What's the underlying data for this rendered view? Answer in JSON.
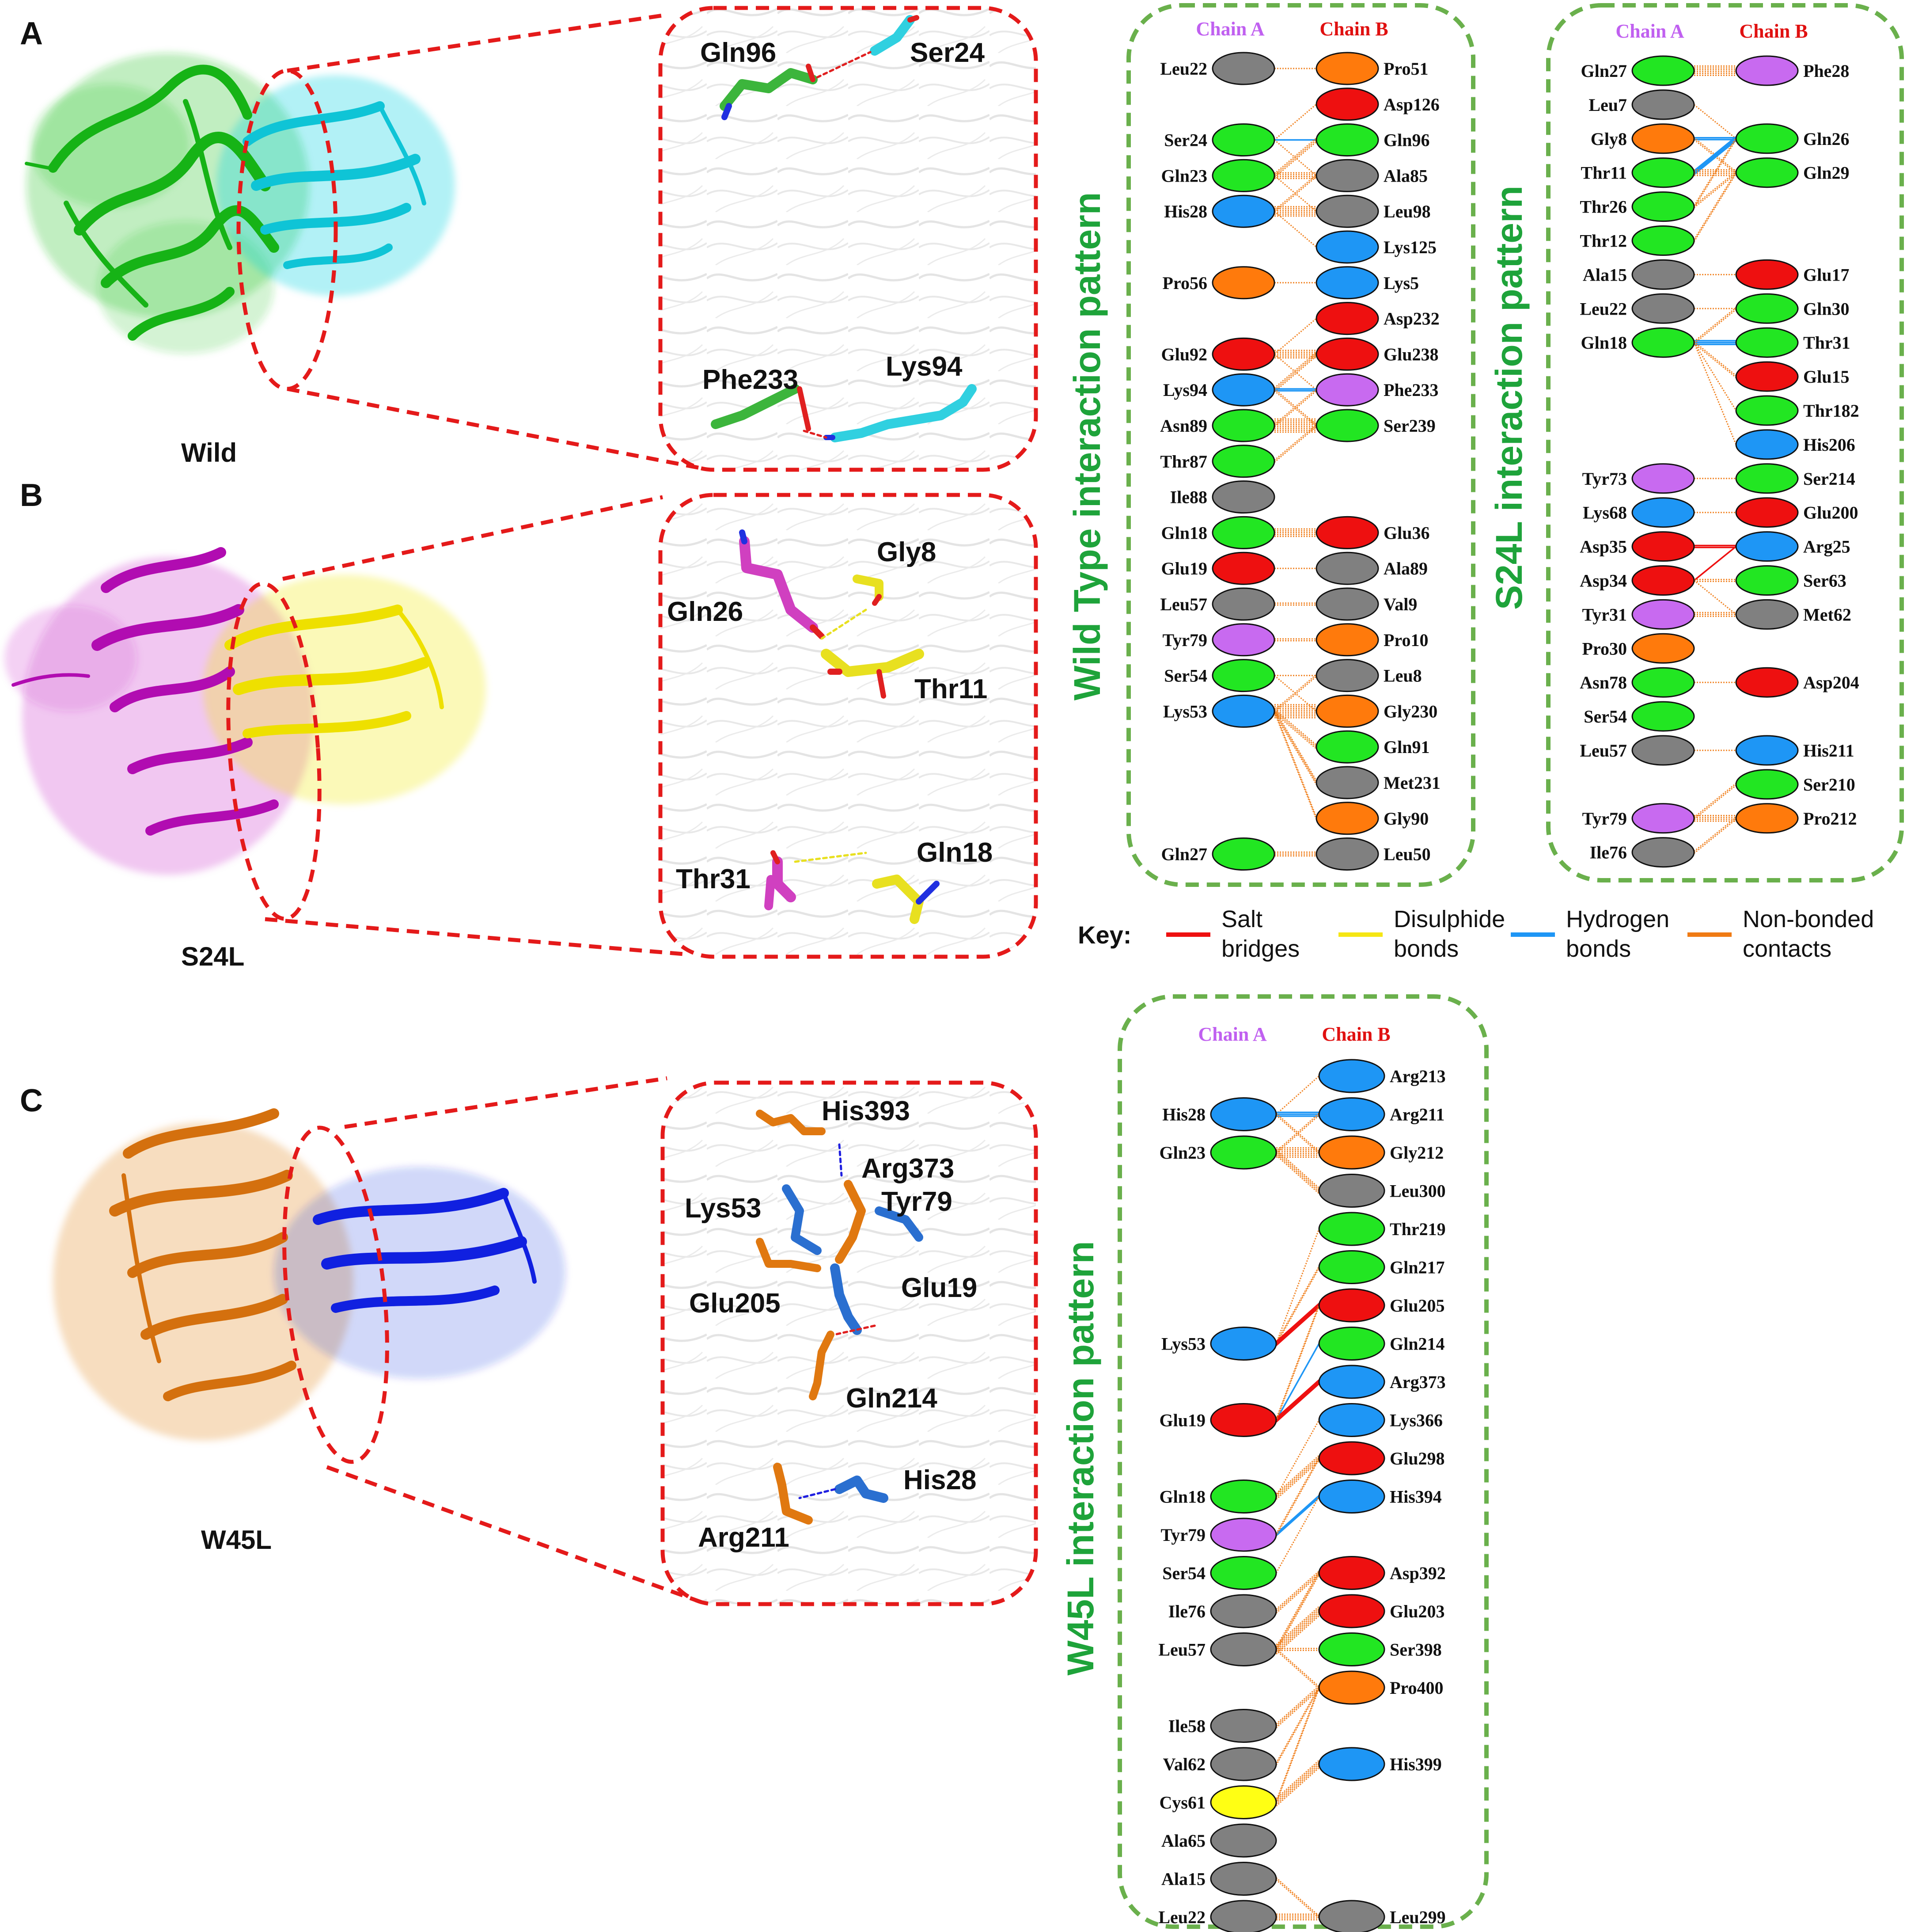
{
  "panel_letters": {
    "a": "A",
    "b": "B",
    "c": "C"
  },
  "structure_labels": {
    "wild": "Wild",
    "s24l": "S24L",
    "w45l": "W45L"
  },
  "colors": {
    "wild_chain_a": "#22c322",
    "wild_chain_b": "#12d0e0",
    "s24l_chain_a": "#c010c0",
    "s24l_chain_b": "#f0ea10",
    "w45l_chain_a": "#e07810",
    "w45l_chain_b": "#1020e0",
    "green": "#22e622",
    "grey": "#808080",
    "orange": "#ff7a0c",
    "red": "#ee1010",
    "blue": "#1e96f5",
    "purple": "#c86af0",
    "yellow": "#ffff14",
    "salt_bridge": "#ee1010",
    "disulphide": "#f5e614",
    "hydrogen": "#1e96f5",
    "nonbonded": "#f07b14",
    "dash_red": "#e41a1a",
    "dash_green": "#6ab04c"
  },
  "zoom_labels": {
    "wild": [
      "Gln96",
      "Ser24",
      "Phe233",
      "Lys94"
    ],
    "s24l": [
      "Gly8",
      "Gln26",
      "Thr11",
      "Thr31",
      "Gln18"
    ],
    "w45l": [
      "His393",
      "Arg373",
      "Lys53",
      "Tyr79",
      "Glu205",
      "Glu19",
      "Gln214",
      "His28",
      "Arg211"
    ]
  },
  "chain_headers": {
    "a": "Chain A",
    "b": "Chain B"
  },
  "pattern_titles": {
    "wild": "Wild Type interaction pattern",
    "s24l": "S24L interaction pattern",
    "w45l": "W45L interaction pattern"
  },
  "key": {
    "title": "Key:",
    "items": [
      {
        "line1": "Salt",
        "line2": "bridges",
        "color": "#ee1010"
      },
      {
        "line1": "Disulphide",
        "line2": "bonds",
        "color": "#f5e614"
      },
      {
        "line1": "Hydrogen",
        "line2": "bonds",
        "color": "#1e96f5"
      },
      {
        "line1": "Non-bonded",
        "line2": "contacts",
        "color": "#f07b14"
      }
    ]
  },
  "wild_pattern": {
    "chain_a": [
      {
        "row": 0,
        "name": "Leu22",
        "color": "grey"
      },
      {
        "row": 2,
        "name": "Ser24",
        "color": "green"
      },
      {
        "row": 3,
        "name": "Gln23",
        "color": "green"
      },
      {
        "row": 4,
        "name": "His28",
        "color": "blue"
      },
      {
        "row": 6,
        "name": "Pro56",
        "color": "orange"
      },
      {
        "row": 8,
        "name": "Glu92",
        "color": "red"
      },
      {
        "row": 9,
        "name": "Lys94",
        "color": "blue"
      },
      {
        "row": 10,
        "name": "Asn89",
        "color": "green"
      },
      {
        "row": 11,
        "name": "Thr87",
        "color": "green"
      },
      {
        "row": 12,
        "name": "Ile88",
        "color": "grey"
      },
      {
        "row": 13,
        "name": "Gln18",
        "color": "green"
      },
      {
        "row": 14,
        "name": "Glu19",
        "color": "red"
      },
      {
        "row": 15,
        "name": "Leu57",
        "color": "grey"
      },
      {
        "row": 16,
        "name": "Tyr79",
        "color": "purple"
      },
      {
        "row": 17,
        "name": "Ser54",
        "color": "green"
      },
      {
        "row": 18,
        "name": "Lys53",
        "color": "blue"
      },
      {
        "row": 22,
        "name": "Gln27",
        "color": "green"
      }
    ],
    "chain_b": [
      {
        "row": 0,
        "name": "Pro51",
        "color": "orange"
      },
      {
        "row": 1,
        "name": "Asp126",
        "color": "red"
      },
      {
        "row": 2,
        "name": "Gln96",
        "color": "green"
      },
      {
        "row": 3,
        "name": "Ala85",
        "color": "grey"
      },
      {
        "row": 4,
        "name": "Leu98",
        "color": "grey"
      },
      {
        "row": 5,
        "name": "Lys125",
        "color": "blue"
      },
      {
        "row": 6,
        "name": "Lys5",
        "color": "blue"
      },
      {
        "row": 7,
        "name": "Asp232",
        "color": "red"
      },
      {
        "row": 8,
        "name": "Glu238",
        "color": "red"
      },
      {
        "row": 9,
        "name": "Phe233",
        "color": "purple"
      },
      {
        "row": 10,
        "name": "Ser239",
        "color": "green"
      },
      {
        "row": 13,
        "name": "Glu36",
        "color": "red"
      },
      {
        "row": 14,
        "name": "Ala89",
        "color": "grey"
      },
      {
        "row": 15,
        "name": "Val9",
        "color": "grey"
      },
      {
        "row": 16,
        "name": "Pro10",
        "color": "orange"
      },
      {
        "row": 17,
        "name": "Leu8",
        "color": "grey"
      },
      {
        "row": 18,
        "name": "Gly230",
        "color": "orange"
      },
      {
        "row": 19,
        "name": "Gln91",
        "color": "green"
      },
      {
        "row": 20,
        "name": "Met231",
        "color": "grey"
      },
      {
        "row": 21,
        "name": "Gly90",
        "color": "orange"
      },
      {
        "row": 22,
        "name": "Leu50",
        "color": "grey"
      }
    ],
    "links": [
      [
        0,
        0,
        "n",
        1
      ],
      [
        2,
        1,
        "n",
        1
      ],
      [
        2,
        2,
        "h",
        1
      ],
      [
        2,
        3,
        "n",
        1
      ],
      [
        3,
        2,
        "n",
        3
      ],
      [
        3,
        3,
        "n",
        4
      ],
      [
        3,
        4,
        "n",
        1
      ],
      [
        4,
        4,
        "n",
        6
      ],
      [
        4,
        3,
        "n",
        2
      ],
      [
        4,
        5,
        "n",
        1
      ],
      [
        6,
        6,
        "n",
        1
      ],
      [
        8,
        7,
        "n",
        1
      ],
      [
        8,
        8,
        "n",
        5
      ],
      [
        8,
        9,
        "n",
        1
      ],
      [
        9,
        8,
        "n",
        3
      ],
      [
        9,
        9,
        "h",
        2
      ],
      [
        9,
        10,
        "n",
        2
      ],
      [
        10,
        10,
        "n",
        8
      ],
      [
        10,
        9,
        "n",
        2
      ],
      [
        11,
        10,
        "n",
        2
      ],
      [
        13,
        13,
        "n",
        5
      ],
      [
        14,
        14,
        "n",
        1
      ],
      [
        15,
        15,
        "n",
        2
      ],
      [
        16,
        16,
        "n",
        2
      ],
      [
        17,
        17,
        "n",
        1
      ],
      [
        18,
        18,
        "n",
        8
      ],
      [
        18,
        19,
        "n",
        3
      ],
      [
        18,
        20,
        "n",
        3
      ],
      [
        18,
        21,
        "n",
        2
      ],
      [
        17,
        18,
        "n",
        1
      ],
      [
        18,
        17,
        "n",
        2
      ],
      [
        22,
        22,
        "n",
        3
      ]
    ]
  },
  "s24l_pattern": {
    "chain_a": [
      {
        "row": 0,
        "name": "Gln27",
        "color": "green"
      },
      {
        "row": 1,
        "name": "Leu7",
        "color": "grey"
      },
      {
        "row": 2,
        "name": "Gly8",
        "color": "orange"
      },
      {
        "row": 3,
        "name": "Thr11",
        "color": "green"
      },
      {
        "row": 4,
        "name": "Thr26",
        "color": "green"
      },
      {
        "row": 5,
        "name": "Thr12",
        "color": "green"
      },
      {
        "row": 6,
        "name": "Ala15",
        "color": "grey"
      },
      {
        "row": 7,
        "name": "Leu22",
        "color": "grey"
      },
      {
        "row": 8,
        "name": "Gln18",
        "color": "green"
      },
      {
        "row": 12,
        "name": "Tyr73",
        "color": "purple"
      },
      {
        "row": 13,
        "name": "Lys68",
        "color": "blue"
      },
      {
        "row": 14,
        "name": "Asp35",
        "color": "red"
      },
      {
        "row": 15,
        "name": "Asp34",
        "color": "red"
      },
      {
        "row": 16,
        "name": "Tyr31",
        "color": "purple"
      },
      {
        "row": 17,
        "name": "Pro30",
        "color": "orange"
      },
      {
        "row": 18,
        "name": "Asn78",
        "color": "green"
      },
      {
        "row": 19,
        "name": "Ser54",
        "color": "green"
      },
      {
        "row": 20,
        "name": "Leu57",
        "color": "grey"
      },
      {
        "row": 22,
        "name": "Tyr79",
        "color": "purple"
      },
      {
        "row": 23,
        "name": "Ile76",
        "color": "grey"
      }
    ],
    "chain_b": [
      {
        "row": 0,
        "name": "Phe28",
        "color": "purple"
      },
      {
        "row": 2,
        "name": "Gln26",
        "color": "green"
      },
      {
        "row": 3,
        "name": "Gln29",
        "color": "green"
      },
      {
        "row": 6,
        "name": "Glu17",
        "color": "red"
      },
      {
        "row": 7,
        "name": "Gln30",
        "color": "green"
      },
      {
        "row": 8,
        "name": "Thr31",
        "color": "green"
      },
      {
        "row": 9,
        "name": "Glu15",
        "color": "red"
      },
      {
        "row": 10,
        "name": "Thr182",
        "color": "green"
      },
      {
        "row": 11,
        "name": "His206",
        "color": "blue"
      },
      {
        "row": 12,
        "name": "Ser214",
        "color": "green"
      },
      {
        "row": 13,
        "name": "Glu200",
        "color": "red"
      },
      {
        "row": 14,
        "name": "Arg25",
        "color": "blue"
      },
      {
        "row": 15,
        "name": "Ser63",
        "color": "green"
      },
      {
        "row": 16,
        "name": "Met62",
        "color": "grey"
      },
      {
        "row": 18,
        "name": "Asp204",
        "color": "red"
      },
      {
        "row": 20,
        "name": "His211",
        "color": "blue"
      },
      {
        "row": 21,
        "name": "Ser210",
        "color": "green"
      },
      {
        "row": 22,
        "name": "Pro212",
        "color": "orange"
      }
    ],
    "links": [
      [
        0,
        0,
        "n",
        6
      ],
      [
        1,
        2,
        "n",
        1
      ],
      [
        2,
        2,
        "h",
        2
      ],
      [
        2,
        3,
        "n",
        2
      ],
      [
        3,
        2,
        "h",
        3
      ],
      [
        3,
        3,
        "n",
        4
      ],
      [
        4,
        2,
        "n",
        2
      ],
      [
        4,
        3,
        "n",
        2
      ],
      [
        5,
        3,
        "n",
        2
      ],
      [
        6,
        6,
        "n",
        1
      ],
      [
        7,
        7,
        "n",
        1
      ],
      [
        8,
        8,
        "h",
        3
      ],
      [
        8,
        7,
        "n",
        2
      ],
      [
        8,
        9,
        "n",
        2
      ],
      [
        8,
        10,
        "n",
        1
      ],
      [
        8,
        11,
        "n",
        1
      ],
      [
        12,
        12,
        "n",
        1
      ],
      [
        13,
        13,
        "n",
        1
      ],
      [
        14,
        14,
        "s",
        2
      ],
      [
        15,
        14,
        "s",
        1
      ],
      [
        15,
        15,
        "n",
        2
      ],
      [
        16,
        16,
        "n",
        3
      ],
      [
        15,
        16,
        "n",
        1
      ],
      [
        18,
        18,
        "n",
        1
      ],
      [
        20,
        20,
        "n",
        1
      ],
      [
        22,
        22,
        "n",
        4
      ],
      [
        22,
        21,
        "n",
        2
      ],
      [
        23,
        22,
        "n",
        2
      ]
    ]
  },
  "w45l_pattern": {
    "chain_a": [
      {
        "row": 1,
        "name": "His28",
        "color": "blue"
      },
      {
        "row": 2,
        "name": "Gln23",
        "color": "green"
      },
      {
        "row": 7,
        "name": "Lys53",
        "color": "blue"
      },
      {
        "row": 9,
        "name": "Glu19",
        "color": "red"
      },
      {
        "row": 11,
        "name": "Gln18",
        "color": "green"
      },
      {
        "row": 12,
        "name": "Tyr79",
        "color": "purple"
      },
      {
        "row": 13,
        "name": "Ser54",
        "color": "green"
      },
      {
        "row": 14,
        "name": "Ile76",
        "color": "grey"
      },
      {
        "row": 15,
        "name": "Leu57",
        "color": "grey"
      },
      {
        "row": 17,
        "name": "Ile58",
        "color": "grey"
      },
      {
        "row": 18,
        "name": "Val62",
        "color": "grey"
      },
      {
        "row": 19,
        "name": "Cys61",
        "color": "yellow"
      },
      {
        "row": 20,
        "name": "Ala65",
        "color": "grey"
      },
      {
        "row": 21,
        "name": "Ala15",
        "color": "grey"
      },
      {
        "row": 22,
        "name": "Leu22",
        "color": "grey"
      }
    ],
    "chain_b": [
      {
        "row": 0,
        "name": "Arg213",
        "color": "blue"
      },
      {
        "row": 1,
        "name": "Arg211",
        "color": "blue"
      },
      {
        "row": 2,
        "name": "Gly212",
        "color": "orange"
      },
      {
        "row": 3,
        "name": "Leu300",
        "color": "grey"
      },
      {
        "row": 4,
        "name": "Thr219",
        "color": "green"
      },
      {
        "row": 5,
        "name": "Gln217",
        "color": "green"
      },
      {
        "row": 6,
        "name": "Glu205",
        "color": "red"
      },
      {
        "row": 7,
        "name": "Gln214",
        "color": "green"
      },
      {
        "row": 8,
        "name": "Arg373",
        "color": "blue"
      },
      {
        "row": 9,
        "name": "Lys366",
        "color": "blue"
      },
      {
        "row": 10,
        "name": "Glu298",
        "color": "red"
      },
      {
        "row": 11,
        "name": "His394",
        "color": "blue"
      },
      {
        "row": 13,
        "name": "Asp392",
        "color": "red"
      },
      {
        "row": 14,
        "name": "Glu203",
        "color": "red"
      },
      {
        "row": 15,
        "name": "Ser398",
        "color": "green"
      },
      {
        "row": 16,
        "name": "Pro400",
        "color": "orange"
      },
      {
        "row": 18,
        "name": "His399",
        "color": "blue"
      },
      {
        "row": 22,
        "name": "Leu299",
        "color": "grey"
      }
    ],
    "links": [
      [
        1,
        0,
        "n",
        1
      ],
      [
        1,
        1,
        "h",
        3
      ],
      [
        1,
        2,
        "n",
        2
      ],
      [
        2,
        1,
        "n",
        2
      ],
      [
        2,
        2,
        "n",
        6
      ],
      [
        2,
        3,
        "n",
        4
      ],
      [
        7,
        4,
        "n",
        1
      ],
      [
        7,
        5,
        "n",
        2
      ],
      [
        7,
        6,
        "s",
        3
      ],
      [
        9,
        7,
        "h",
        1
      ],
      [
        9,
        8,
        "s",
        3
      ],
      [
        9,
        6,
        "n",
        2
      ],
      [
        11,
        9,
        "n",
        1
      ],
      [
        11,
        10,
        "n",
        4
      ],
      [
        12,
        11,
        "h",
        2
      ],
      [
        12,
        10,
        "n",
        2
      ],
      [
        13,
        11,
        "n",
        1
      ],
      [
        14,
        13,
        "n",
        3
      ],
      [
        15,
        13,
        "n",
        3
      ],
      [
        15,
        14,
        "n",
        6
      ],
      [
        15,
        15,
        "n",
        2
      ],
      [
        15,
        16,
        "n",
        2
      ],
      [
        17,
        16,
        "n",
        3
      ],
      [
        18,
        16,
        "n",
        2
      ],
      [
        19,
        18,
        "n",
        5
      ],
      [
        19,
        16,
        "n",
        2
      ],
      [
        21,
        22,
        "n",
        2
      ],
      [
        22,
        22,
        "n",
        4
      ]
    ]
  }
}
